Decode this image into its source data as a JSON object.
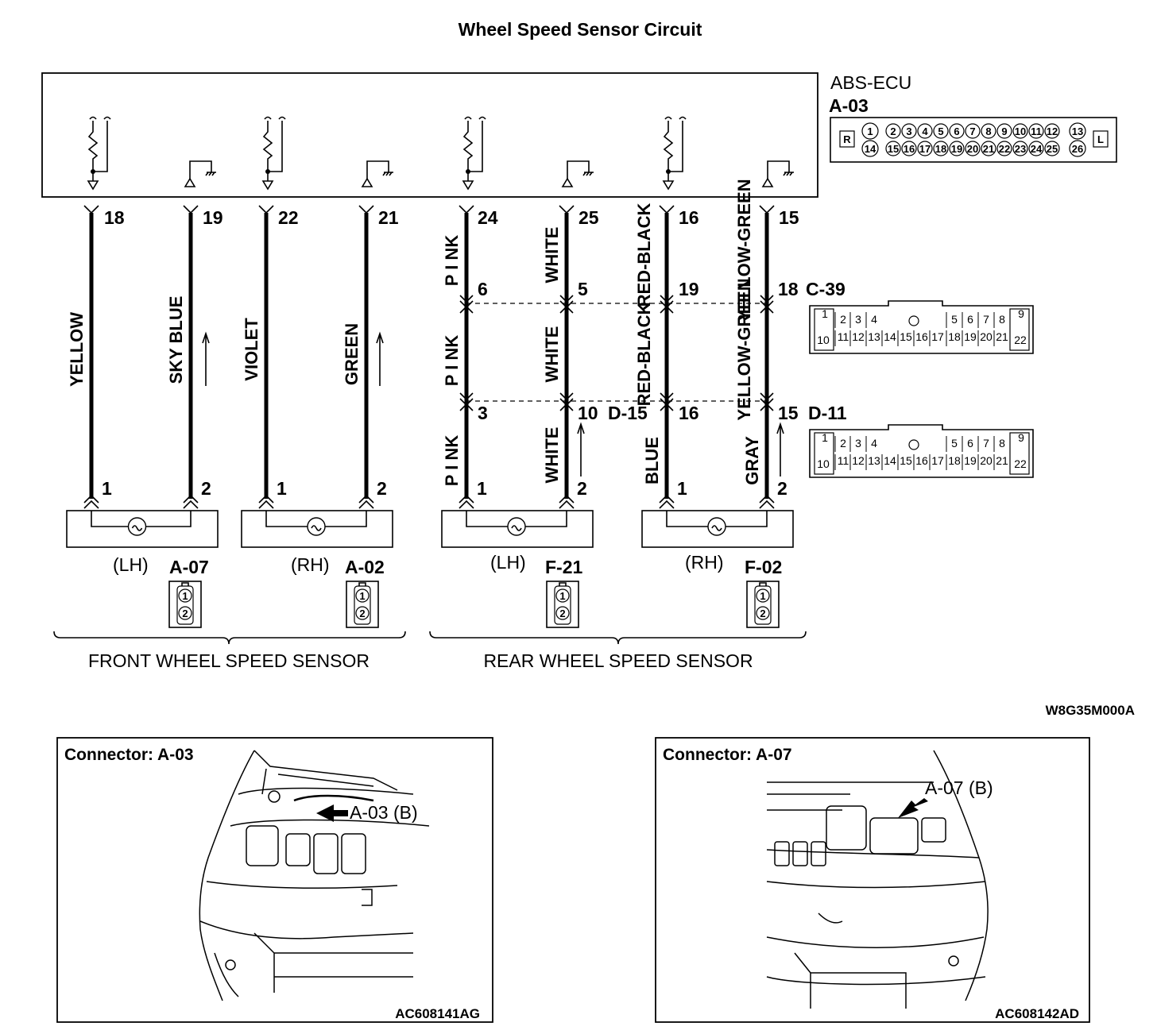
{
  "title": "Wheel Speed Sensor Circuit",
  "ecu": {
    "name": "ABS-ECU",
    "connector": "A-03"
  },
  "ecu_connector_face": {
    "left_mark": "R",
    "right_mark": "L",
    "top_row": [
      "1",
      "2",
      "3",
      "4",
      "5",
      "6",
      "7",
      "8",
      "9",
      "10",
      "11",
      "12",
      "13"
    ],
    "bottom_row": [
      "14",
      "15",
      "16",
      "17",
      "18",
      "19",
      "20",
      "21",
      "22",
      "23",
      "24",
      "25",
      "26"
    ]
  },
  "pins": {
    "ecu": [
      "18",
      "19",
      "22",
      "21",
      "24",
      "25",
      "16",
      "15"
    ],
    "c39": [
      "6",
      "5",
      "19",
      "18"
    ],
    "d_mid": [
      "3",
      "10",
      "16",
      "15"
    ],
    "sensor": [
      "1",
      "2",
      "1",
      "2",
      "1",
      "2",
      "1",
      "2"
    ]
  },
  "wires": {
    "upper": [
      "YELLOW",
      "SKY BLUE",
      "VIOLET",
      "GREEN",
      "P I NK",
      "WHITE",
      "RED-BLACK",
      "YELLOW-GREEN"
    ],
    "middle": [
      "P I NK",
      "WHITE",
      "RED-BLACK",
      "YELLOW-GREEN"
    ],
    "lower": [
      "P I NK",
      "WHITE",
      "BLUE",
      "GRAY"
    ]
  },
  "junctions": {
    "c39": "C-39",
    "d15": "D-15",
    "d11": "D-11"
  },
  "relay_connector_face": {
    "row1": [
      "1",
      "2",
      "3",
      "4",
      "5",
      "6",
      "7",
      "8",
      "9"
    ],
    "row2": [
      "10",
      "11",
      "12",
      "13",
      "14",
      "15",
      "16",
      "17",
      "18",
      "19",
      "20",
      "21",
      "22"
    ]
  },
  "sensors": [
    {
      "side": "(LH)",
      "connector": "A-07"
    },
    {
      "side": "(RH)",
      "connector": "A-02"
    },
    {
      "side": "(LH)",
      "connector": "F-21"
    },
    {
      "side": "(RH)",
      "connector": "F-02"
    }
  ],
  "sensor_connector_pins": [
    "1",
    "2"
  ],
  "groups": {
    "front": "FRONT WHEEL SPEED SENSOR",
    "rear": "REAR WHEEL SPEED SENSOR"
  },
  "diagram_code": "W8G35M000A",
  "location_panels": [
    {
      "heading": "Connector: A-03",
      "callout": "A-03 (B)",
      "code": "AC608141AG"
    },
    {
      "heading": "Connector: A-07",
      "callout": "A-07 (B)",
      "code": "AC608142AD"
    }
  ]
}
